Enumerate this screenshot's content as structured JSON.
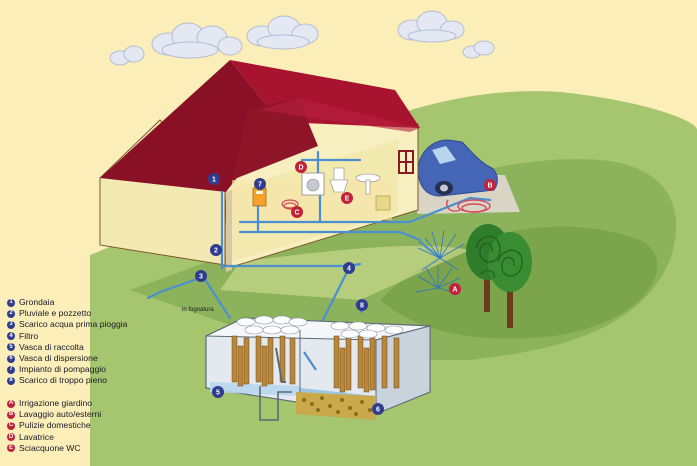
{
  "colors": {
    "background": "#fbeeb8",
    "marker_blue": "#2f3c8f",
    "marker_red": "#c0223a",
    "roof": "#a8132f",
    "wall": "#f7efbf",
    "lawn": "#8db25c",
    "pipe": "#4c8fd0",
    "car": "#4566b7"
  },
  "icons": {
    "cloud": "cloud-icon",
    "tree": "tree-icon",
    "car": "car-icon",
    "sprinkler": "sprinkler-icon",
    "washing_machine": "washing-machine-icon",
    "toilet": "toilet-icon",
    "sink": "sink-icon",
    "pump": "pump-icon",
    "hose": "hose-icon"
  },
  "diagram_labels": {
    "in_fognatura": "in fognatura"
  },
  "markers_numeric": [
    {
      "id": "1",
      "label": "Grondaia"
    },
    {
      "id": "2",
      "label": "Pluviale e pozzetto"
    },
    {
      "id": "3",
      "label": "Scarico acqua prima pioggia"
    },
    {
      "id": "4",
      "label": "Filtro"
    },
    {
      "id": "5",
      "label": "Vasca di raccolta"
    },
    {
      "id": "6",
      "label": "Vasca di dispersione"
    },
    {
      "id": "7",
      "label": "Impianto di pompaggio"
    },
    {
      "id": "8",
      "label": "Scarico di troppo pieno"
    }
  ],
  "markers_alpha": [
    {
      "id": "A",
      "label": "Irrigazione giardino"
    },
    {
      "id": "B",
      "label": "Lavaggio auto/esterni"
    },
    {
      "id": "C",
      "label": "Pulizie domestiche"
    },
    {
      "id": "D",
      "label": "Lavatrice"
    },
    {
      "id": "E",
      "label": "Sciacquone WC"
    }
  ]
}
